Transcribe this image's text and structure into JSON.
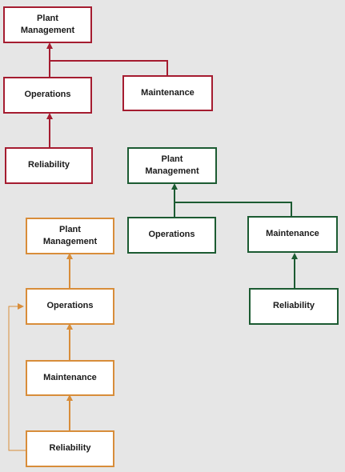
{
  "colors": {
    "red": "#a51c30",
    "green": "#1c5b32",
    "orange": "#d88d3a",
    "background": "#e6e6e6"
  },
  "diagrams": {
    "red": {
      "plant_management": "Plant\nManagement",
      "operations": "Operations",
      "maintenance": "Maintenance",
      "reliability": "Reliability"
    },
    "green": {
      "plant_management": "Plant\nManagement",
      "operations": "Operations",
      "maintenance": "Maintenance",
      "reliability": "Reliability"
    },
    "orange": {
      "plant_management": "Plant\nManagement",
      "operations": "Operations",
      "maintenance": "Maintenance",
      "reliability": "Reliability"
    }
  }
}
